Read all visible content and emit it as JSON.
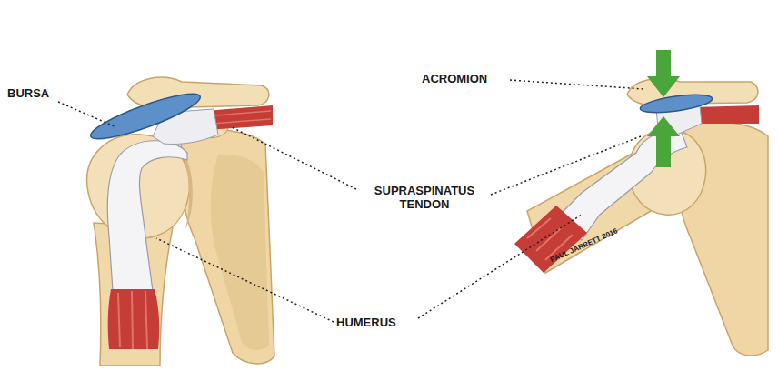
{
  "diagram": {
    "labels": [
      "BURSA",
      "ACROMION",
      "SUPRASPINATUS TENDON",
      "HUMERUS",
      "PAUL JARRETT 2016"
    ]
  }
}
